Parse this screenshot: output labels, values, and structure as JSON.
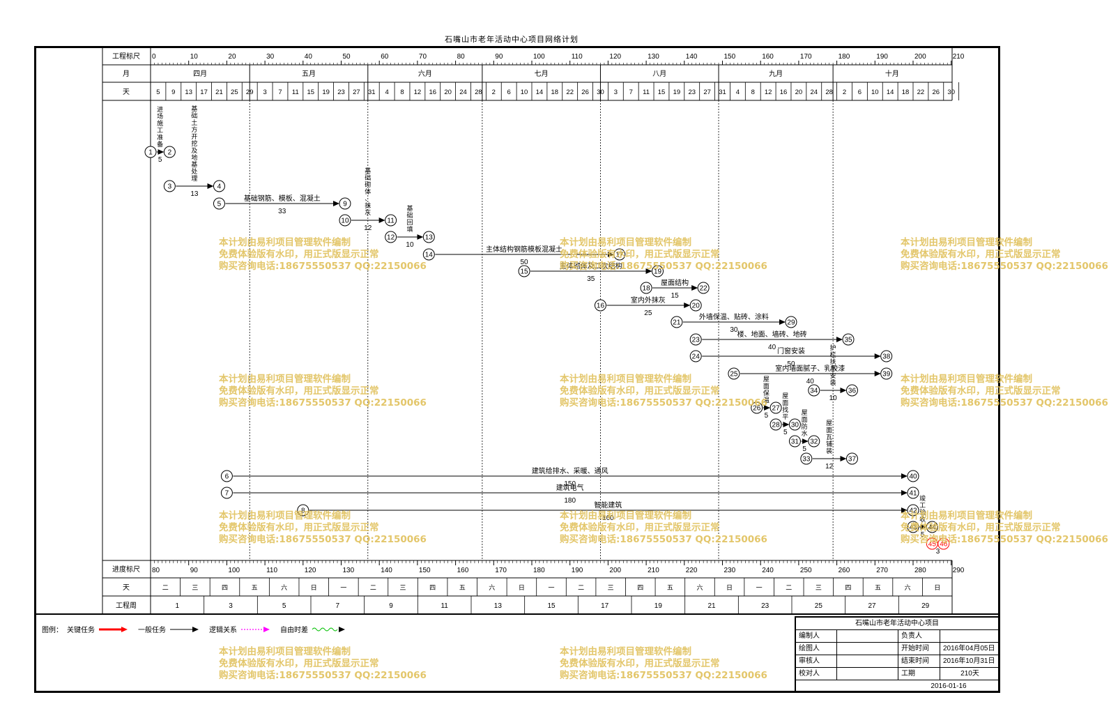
{
  "title": "石嘴山市老年活动中心项目网络计划",
  "header": {
    "scale_label": "工程标尺",
    "month_label": "月",
    "day_label": "天",
    "scale_ticks": [
      "0",
      "10",
      "20",
      "30",
      "40",
      "50",
      "60",
      "70",
      "80",
      "90",
      "100",
      "110",
      "120",
      "130",
      "140",
      "150",
      "160",
      "170",
      "180",
      "190",
      "200",
      "210"
    ],
    "months": [
      "四月",
      "五月",
      "六月",
      "七月",
      "八月",
      "九月",
      "十月"
    ],
    "days": [
      "5",
      "9",
      "13",
      "17",
      "21",
      "25",
      "29",
      "3",
      "7",
      "11",
      "15",
      "19",
      "23",
      "27",
      "31",
      "4",
      "8",
      "12",
      "16",
      "20",
      "24",
      "28",
      "2",
      "6",
      "10",
      "14",
      "18",
      "22",
      "26",
      "30",
      "3",
      "7",
      "11",
      "15",
      "19",
      "23",
      "27",
      "31",
      "4",
      "8",
      "12",
      "16",
      "20",
      "24",
      "28",
      "2",
      "6",
      "10",
      "14",
      "18",
      "22",
      "26",
      "30"
    ]
  },
  "footer": {
    "progress_label": "进度标尺",
    "weekday_label": "天",
    "week_label": "工程周",
    "progress_ticks": [
      "80",
      "90",
      "100",
      "110",
      "120",
      "130",
      "140",
      "150",
      "160",
      "170",
      "180",
      "190",
      "200",
      "210",
      "220",
      "230",
      "240",
      "250",
      "260",
      "270",
      "280",
      "290"
    ],
    "weekdays": [
      "二",
      "三",
      "四",
      "五",
      "六",
      "日",
      "一",
      "二",
      "三",
      "四",
      "五",
      "六",
      "日",
      "一",
      "二",
      "三",
      "四",
      "五",
      "六",
      "日",
      "一",
      "二",
      "三",
      "四",
      "五",
      "六",
      "日"
    ],
    "weeks": [
      "1",
      "3",
      "5",
      "7",
      "9",
      "11",
      "13",
      "15",
      "17",
      "19",
      "21",
      "23",
      "25",
      "27",
      "29"
    ]
  },
  "tasks": [
    {
      "from": "1",
      "to": "2",
      "name": "进场施工准备",
      "duration": "5",
      "critical": true
    },
    {
      "from": "3",
      "to": "4",
      "name": "基础土方开挖及地基处理",
      "duration": "13",
      "critical": true
    },
    {
      "from": "5",
      "to": "9",
      "name": "基础钢筋、模板、混凝土",
      "duration": "33",
      "critical": true
    },
    {
      "from": "10",
      "to": "11",
      "name": "基础砌体、抹灰",
      "duration": "12",
      "critical": true
    },
    {
      "from": "12",
      "to": "13",
      "name": "基础回填",
      "duration": "10",
      "critical": true
    },
    {
      "from": "14",
      "to": "17",
      "name": "主体结构钢筋模板混凝土",
      "duration": "50",
      "critical": true
    },
    {
      "from": "15",
      "to": "19",
      "name": "主体砌体及二次结构",
      "duration": "35",
      "critical": true
    },
    {
      "from": "18",
      "to": "22",
      "name": "屋面结构",
      "duration": "15",
      "critical": true
    },
    {
      "from": "16",
      "to": "20",
      "name": "室内外抹灰",
      "duration": "25",
      "critical": true
    },
    {
      "from": "21",
      "to": "29",
      "name": "外墙保温、贴砖、涂料",
      "duration": "30",
      "critical": true
    },
    {
      "from": "23",
      "to": "35",
      "name": "楼、地面、墙砖、地砖",
      "duration": "40",
      "critical": true
    },
    {
      "from": "24",
      "to": "38",
      "name": "门窗安装",
      "duration": "50",
      "critical": true
    },
    {
      "from": "25",
      "to": "39",
      "name": "室内墙面腻子、乳胶漆",
      "duration": "40",
      "critical": true
    },
    {
      "from": "34",
      "to": "36",
      "name": "护栏扶手安装",
      "duration": "10",
      "critical": true
    },
    {
      "from": "26",
      "to": "27",
      "name": "屋面保温",
      "duration": "5",
      "critical": true
    },
    {
      "from": "28",
      "to": "30",
      "name": "屋面找平",
      "duration": "5",
      "critical": true
    },
    {
      "from": "31",
      "to": "32",
      "name": "屋面防水",
      "duration": "5",
      "critical": true
    },
    {
      "from": "33",
      "to": "37",
      "name": "屋面瓦铺装",
      "duration": "12",
      "critical": true
    },
    {
      "from": "6",
      "to": "40",
      "name": "建筑给排水、采暖、通风",
      "duration": "150",
      "critical": true
    },
    {
      "from": "7",
      "to": "41",
      "name": "建筑电气",
      "duration": "180",
      "critical": true
    },
    {
      "from": "8",
      "to": "42",
      "name": "智能建筑",
      "duration": "160",
      "critical": true
    },
    {
      "from": "43",
      "to": "44",
      "name": "竣工验收",
      "duration": "5",
      "critical": true
    },
    {
      "from": "45",
      "to": "46",
      "name": "",
      "duration": "3",
      "critical": false
    }
  ],
  "legend": {
    "label": "图例：",
    "items": [
      {
        "text": "关键任务",
        "color": "#000000"
      },
      {
        "text": "一般任务",
        "color": "#ff0000"
      },
      {
        "text": "逻辑关系",
        "color": "#000000"
      },
      {
        "text": "自由时差",
        "color": "#ff00ff"
      }
    ],
    "free_float_color": "#00c000"
  },
  "title_block": {
    "project": "石嘴山市老年活动中心项目",
    "rows": [
      {
        "k1": "编制人",
        "v1": "",
        "k2": "负责人",
        "v2": ""
      },
      {
        "k1": "绘图人",
        "v1": "",
        "k2": "开始时间",
        "v2": "2016年04月05日"
      },
      {
        "k1": "审核人",
        "v1": "",
        "k2": "结束时间",
        "v2": "2016年10月31日"
      },
      {
        "k1": "校对人",
        "v1": "",
        "k2": "工期",
        "v2": "210天"
      }
    ],
    "date": "2016-01-16"
  },
  "watermark": {
    "line1": "本计划由易利项目管理软件编制",
    "line2": "免费体验版有水印，用正式版显示正常",
    "line3": "购买咨询电话:18675550537 QQ:22150066"
  }
}
